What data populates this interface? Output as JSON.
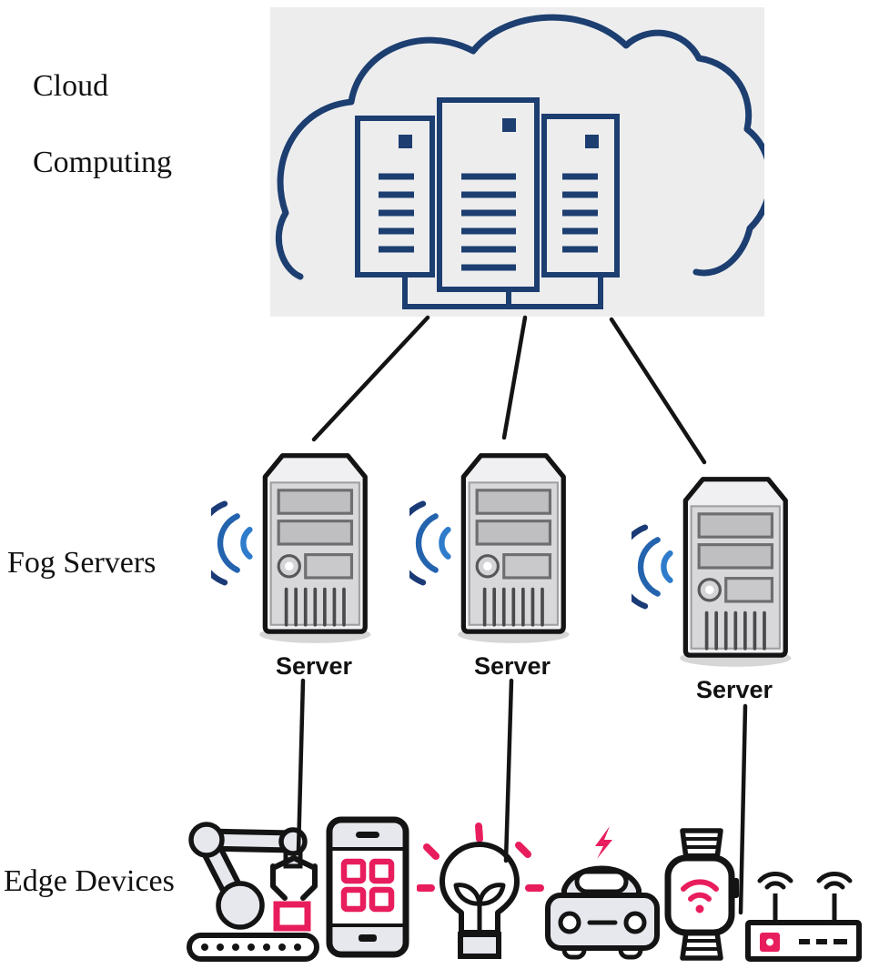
{
  "layers": {
    "cloud": {
      "label_line1": "Cloud",
      "label_line2": "Computing",
      "icon": "cloud-with-server-racks"
    },
    "fog": {
      "label": "Fog Servers",
      "servers": [
        {
          "label": "Server",
          "icon": "tower-server-with-wifi"
        },
        {
          "label": "Server",
          "icon": "tower-server-with-wifi"
        },
        {
          "label": "Server",
          "icon": "tower-server-with-wifi"
        }
      ]
    },
    "edge": {
      "label": "Edge Devices",
      "devices": [
        {
          "name": "robotic-arm"
        },
        {
          "name": "smartphone"
        },
        {
          "name": "smart-lightbulb"
        },
        {
          "name": "connected-car"
        },
        {
          "name": "smartwatch"
        },
        {
          "name": "wifi-router"
        }
      ]
    }
  },
  "colors": {
    "navy": "#1c3e70",
    "ink": "#141414",
    "pink": "#e81d5d",
    "panel_bg": "#ededee",
    "device_fill": "#e6e8ee",
    "wifi_outer": "#1b3b77",
    "wifi_mid": "#2463ae",
    "wifi_inner": "#2e7ccb"
  }
}
